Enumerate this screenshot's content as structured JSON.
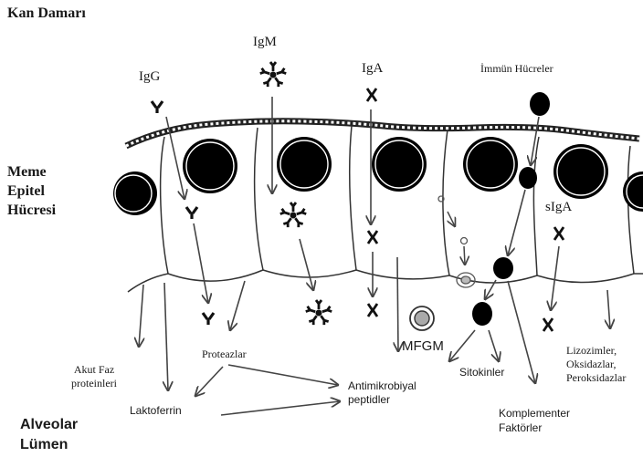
{
  "labels": {
    "blood_vessel": "Kan Damarı",
    "epithelial_cell": "Meme\nEpitel\nHücresi",
    "alveolar_lumen": "Alveolar\nLümen",
    "igg": "IgG",
    "igm": "IgM",
    "iga": "IgA",
    "immune_cells": "İmmün Hücreler",
    "siga": "sIgA",
    "acute_phase": "Akut Faz\nproteinleri",
    "proteases": "Proteazlar",
    "lactoferrin": "Laktoferrin",
    "antimicrobial": "Antimikrobiyal\npeptidler",
    "mfgm": "MFGM",
    "cytokines": "Sitokinler",
    "complement": "Komplementer\nFaktörler",
    "enzymes": "Lizozimler,\nOksidazlar,\nPeroksidazlar"
  },
  "icons": {
    "antibody": "y-shaped-antibody-icon",
    "pentamer": "igm-pentamer-icon",
    "dimer": "iga-dimer-icon",
    "immune_cell": "black-circle-immune-cell",
    "milk_fat_globule": "double-ring-globule-icon"
  },
  "colors": {
    "ink": "#1a1a1a",
    "line": "#444444",
    "nucleus_fill": "#000000",
    "background": "#ffffff"
  }
}
